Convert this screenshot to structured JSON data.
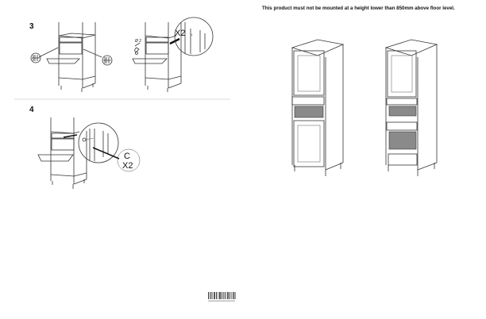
{
  "notice": "This product must not be mounted at a height lower than 850mm above floor level.",
  "steps": [
    {
      "number": "3",
      "drill_label": "Ø 2",
      "multiplier": "X2"
    },
    {
      "number": "4",
      "screw_label": "C",
      "multiplier": "X2"
    }
  ],
  "icons": [
    "hinge-clip-icon",
    "drill-icon",
    "screw-icon",
    "barcode"
  ]
}
